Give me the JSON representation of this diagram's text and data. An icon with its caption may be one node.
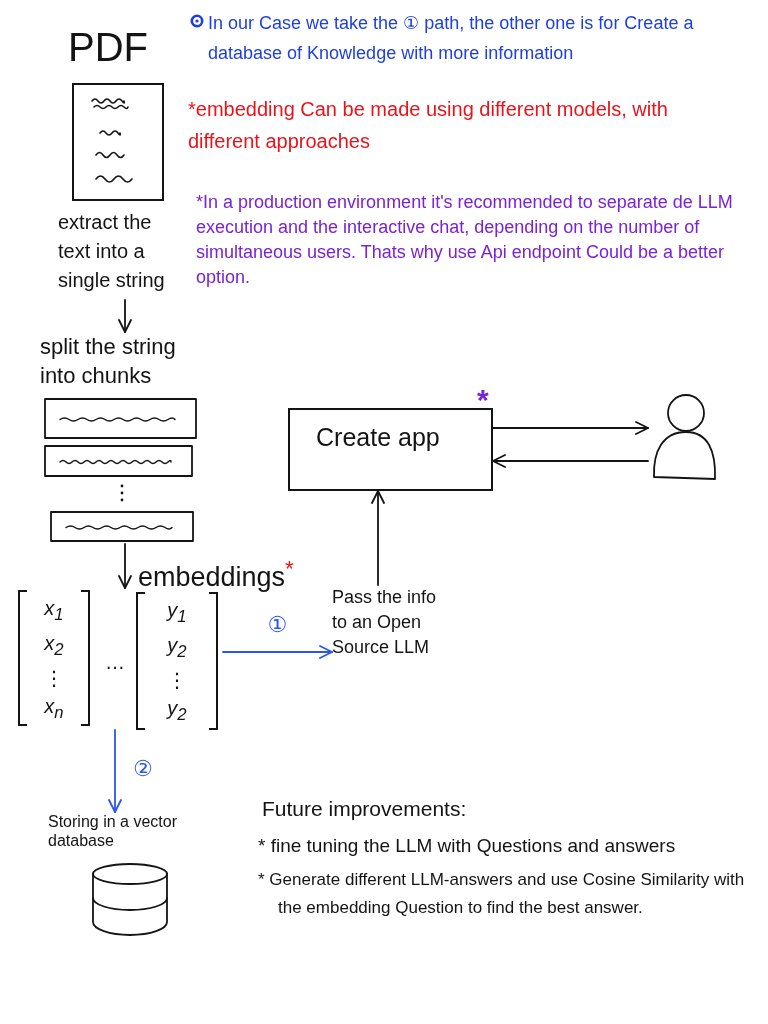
{
  "diagram": {
    "nodes": [
      {
        "text": [
          "PDF"
        ]
      },
      {
        "text": [
          "extract the text into a single string"
        ]
      },
      {
        "text": [
          "split the string into chunks"
        ]
      },
      {
        "text": [
          "x$_{1}$ x$_{2}$ ⋮ x$_{n}$",
          "…",
          "y$_{1}$ y$_{2}$ ⋮ y$_{2}$"
        ],
        "beside": [
          "embeddings$^{*}$"
        ]
      },
      {
        "text": [
          "Pass the info to an Open Source LLM"
        ]
      },
      {
        "text": [
          "Create app"
        ],
        "beside": [
          "*"
        ]
      },
      {
        "text": [],
        "shape": "person"
      },
      {
        "text": [
          "Storing in a vector database"
        ]
      }
    ],
    "edges": [
      {
        "from": 1,
        "to": 2,
        "arrow": "to"
      },
      {
        "from": 2,
        "to": 3,
        "arrow": "to"
      },
      {
        "from": 3,
        "to": 4,
        "arrow": "to",
        "label": "①",
        "color": "#2a56ee"
      },
      {
        "from": 4,
        "to": 5,
        "arrow": "to"
      },
      {
        "from": 5,
        "to": 6,
        "arrow": "to"
      },
      {
        "from": 6,
        "to": 5,
        "arrow": "to"
      },
      {
        "from": 3,
        "to": 7,
        "arrow": "to",
        "label": "②",
        "color": "#2a56ee"
      }
    ],
    "labels": [
      "In our Case we take the ① path, the other one is for Create a database of Knowledge with more information",
      "*embedding Can be made using different models, with different approaches",
      "*In a production environment it's recommended to separate de LLM execution and the interactive chat, depending on the number of simultaneous users. Thats why use Api endpoint Could be a better option.",
      "Future improvements:",
      "* fine tuning the LLM with Questions and answers",
      "* Generate different LLM-answers and use Cosine Similarity with the embedding Question to find the best answer."
    ]
  }
}
